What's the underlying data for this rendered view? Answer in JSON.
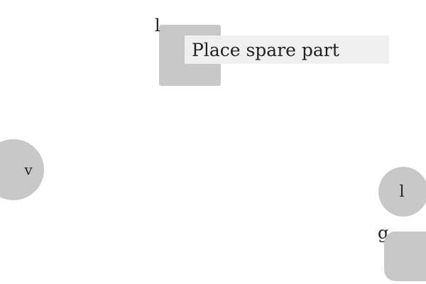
{
  "tooltip": {
    "text": "Place spare part"
  },
  "labels": {
    "top_square": "l",
    "bottom_right": "g"
  },
  "circles": {
    "left": "v",
    "right": "l"
  },
  "colors": {
    "shape_fill": "#c8c8c8",
    "tooltip_bg": "#efefef",
    "text": "#222222",
    "background": "#ffffff"
  }
}
